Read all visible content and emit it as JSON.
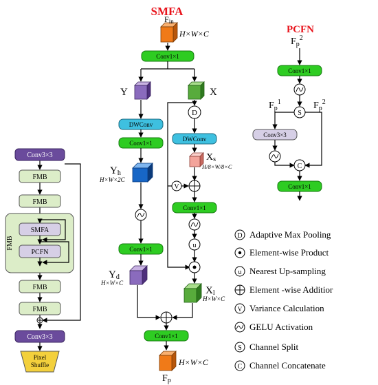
{
  "titles": {
    "smfa": "SMFA",
    "pcfn": "PCFN"
  },
  "colors": {
    "title_red": "#e8141c",
    "conv_green": "#2ecc22",
    "dw_blue": "#3ec0e0",
    "fmb_green": "#dcedc8",
    "purple_block": "#6a4b9c",
    "orange_block": "#f07a18",
    "pixel_shuffle_yellow": "#f3d03c"
  },
  "icons": {
    "pool": "D",
    "product": "dot-product",
    "upsample": "u",
    "add": "plus",
    "variance": "V",
    "gelu": "tilde",
    "split": "S",
    "concat": "C"
  },
  "backbone": {
    "conv_top": "Conv3×3",
    "fmb": "FMB",
    "fmb_group_label": "FMB",
    "smfa": "SMFA",
    "pcfn": "PCFN",
    "conv_bottom": "Conv3×3",
    "pixel_shuffle_line1": "Pixel",
    "pixel_shuffle_line2": "Shuffle"
  },
  "smfa": {
    "fin": "F",
    "fin_sub": "in",
    "dims": "H×W×C",
    "conv1": "Conv1×1",
    "y": "Y",
    "x": "X",
    "dwconv": "DWConv",
    "xs": "X",
    "xs_sub": "s",
    "xs_dims": "H/8×W/8×C",
    "yh": "Y",
    "yh_sub": "h",
    "yh_dims": "H×W×2C",
    "yd": "Y",
    "yd_sub": "d",
    "yd_dims": "H×W×C",
    "xl": "X",
    "xl_sub": "l",
    "xl_dims": "H×W×C",
    "fp": "F",
    "fp_sub": "p",
    "fp_dims": "H×W×C"
  },
  "pcfn": {
    "fp2_top": "F",
    "fp2_top_sub": "p",
    "fp2_top_sup": "2",
    "conv1": "Conv1×1",
    "fp1": "F",
    "fp1_sub": "p",
    "fp1_sup": "1",
    "fp2": "F",
    "fp2_sub": "p",
    "fp2_sup": "2",
    "conv3": "Conv3×3"
  },
  "legend": [
    {
      "icon": "D",
      "text": "Adaptive Max Pooling"
    },
    {
      "icon": "dot",
      "text": "Element-wise Product"
    },
    {
      "icon": "u",
      "text": "Nearest Up-sampling"
    },
    {
      "icon": "plus",
      "text": "Element -wise Additior"
    },
    {
      "icon": "V",
      "text": "Variance Calculation"
    },
    {
      "icon": "tilde",
      "text": "GELU Activation"
    },
    {
      "icon": "S",
      "text": "Channel Split"
    },
    {
      "icon": "C",
      "text": "Channel Concatenate"
    }
  ]
}
